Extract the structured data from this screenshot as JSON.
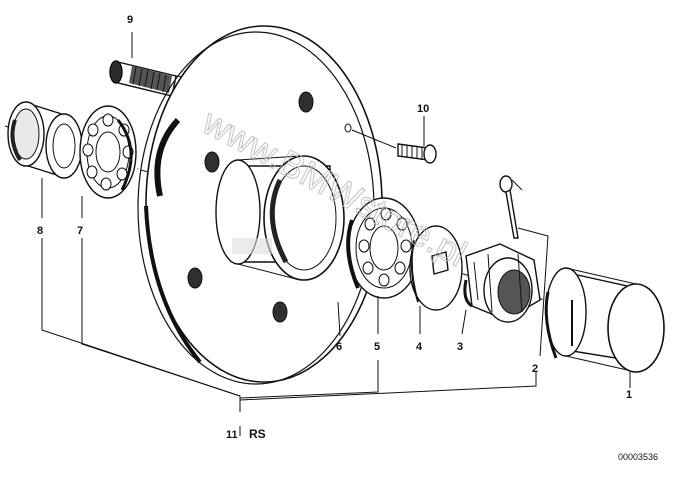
{
  "callouts": {
    "p1": "1",
    "p2": "2",
    "p3": "3",
    "p4": "4",
    "p5": "5",
    "p6": "6",
    "p7": "7",
    "p8": "8",
    "p9": "9",
    "p10": "10",
    "p11": "11",
    "rs": "RS"
  },
  "watermark": "www.BMWstore.pl",
  "drawing_number": "00003536"
}
